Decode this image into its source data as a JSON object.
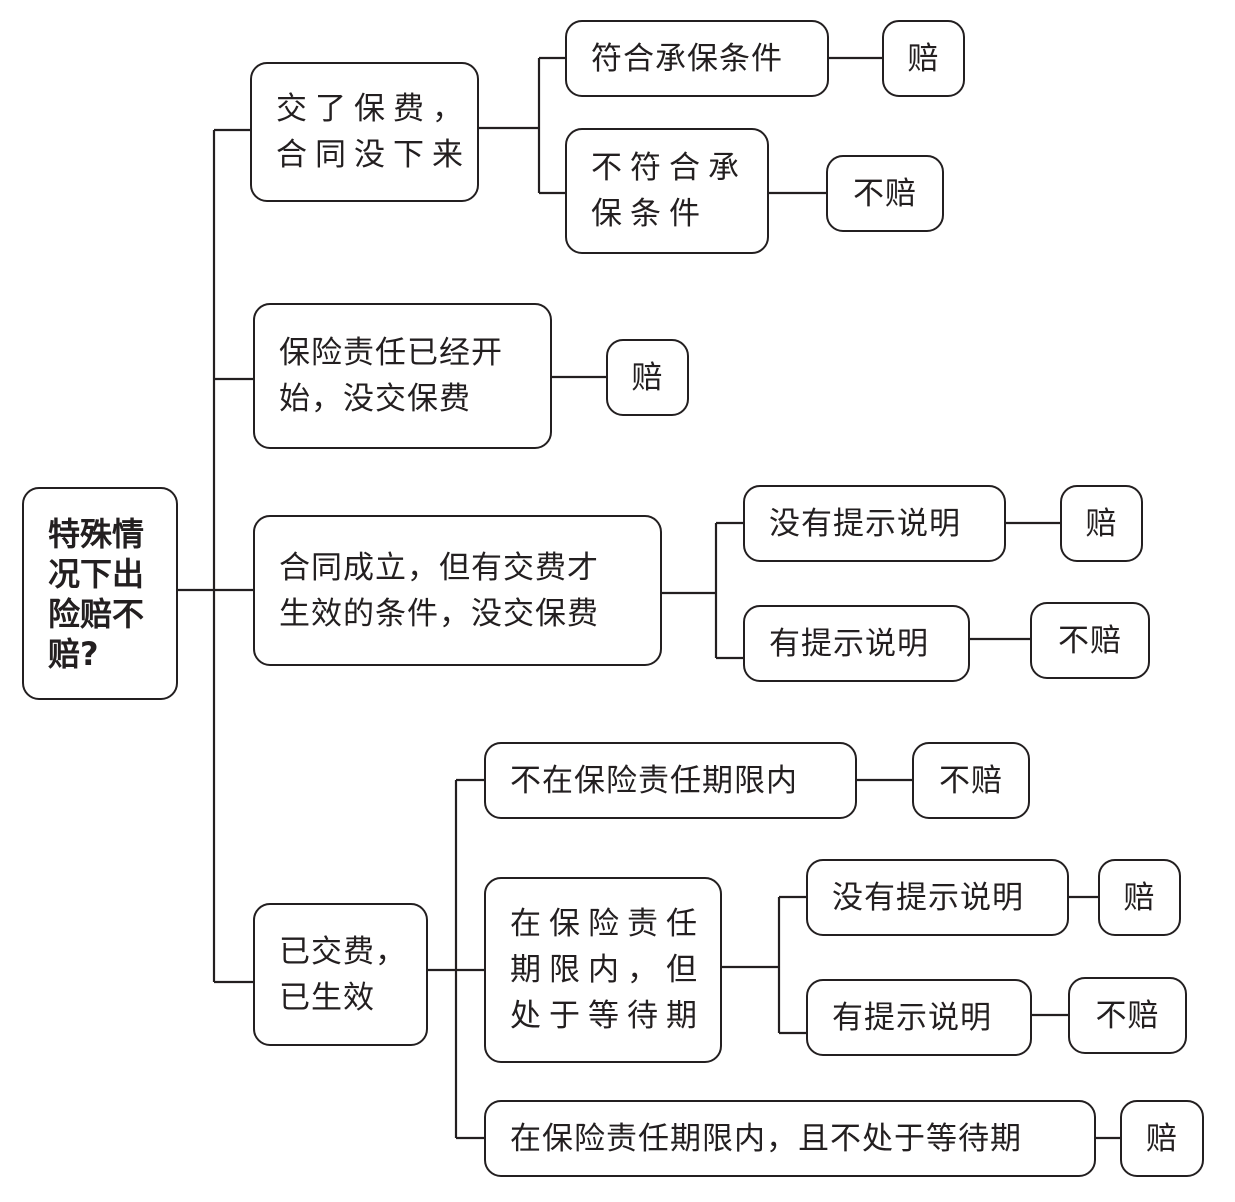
{
  "root": {
    "label": "特殊情\n况下出\n险赔不\n赔?"
  },
  "branch1": {
    "label": "交了保费，\n合同没下来",
    "cases": [
      {
        "label": "符合承保条件",
        "result": "赔"
      },
      {
        "label": "不符合承\n保条件",
        "result": "不赔"
      }
    ]
  },
  "branch2": {
    "label": "保险责任已经开\n始，没交保费",
    "result": "赔"
  },
  "branch3": {
    "label": "合同成立，但有交费才\n生效的条件，没交保费",
    "cases": [
      {
        "label": "没有提示说明",
        "result": "赔"
      },
      {
        "label": "有提示说明",
        "result": "不赔"
      }
    ]
  },
  "branch4": {
    "label": "已交费，\n已生效",
    "case_outside": {
      "label": "不在保险责任期限内",
      "result": "不赔"
    },
    "case_waiting": {
      "label": "在保险责任\n期限内，但\n处于等待期",
      "cases": [
        {
          "label": "没有提示说明",
          "result": "赔"
        },
        {
          "label": "有提示说明",
          "result": "不赔"
        }
      ]
    },
    "case_covered": {
      "label": "在保险责任期限内，且不处于等待期",
      "result": "赔"
    }
  }
}
